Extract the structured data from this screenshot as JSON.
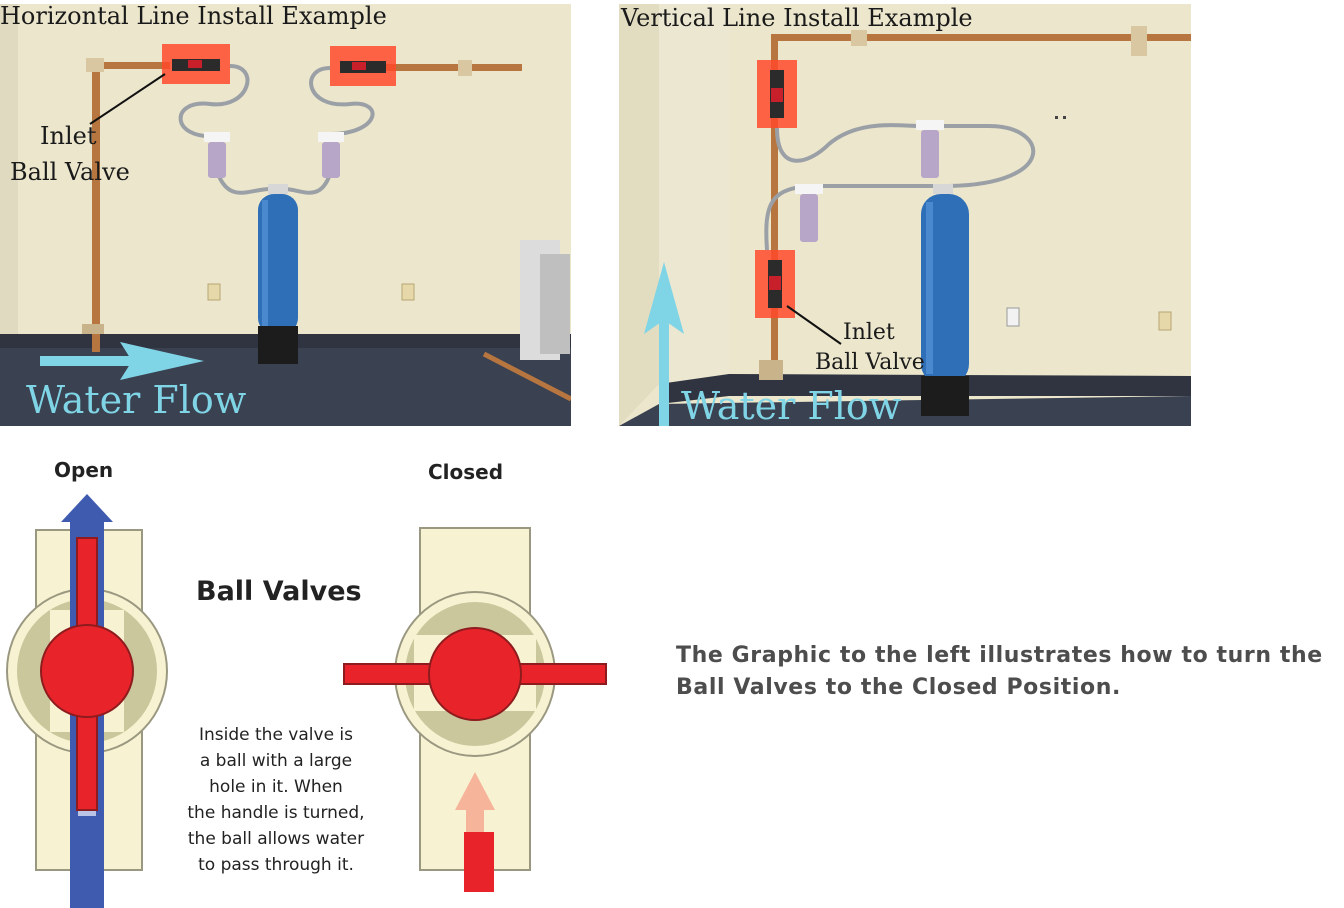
{
  "horizontal_photo": {
    "title": "Horizontal Line Install Example",
    "inlet_label_line1": "Inlet",
    "inlet_label_line2": "Ball Valve",
    "flow_label": "Water Flow"
  },
  "vertical_photo": {
    "title": "Vertical Line Install Example",
    "inlet_label_line1": "Inlet",
    "inlet_label_line2": "Ball Valve",
    "flow_label": "Water Flow"
  },
  "diagram": {
    "open_label": "Open",
    "closed_label": "Closed",
    "title": "Ball Valves",
    "description": [
      "Inside the valve is",
      "a ball with a large",
      "hole in it.  When",
      "the handle is turned,",
      "the ball allows water",
      "to pass through it."
    ]
  },
  "note": {
    "line1": "The Graphic to the left illustrates how to turn the",
    "line2": "Ball Valves to the Closed Position."
  },
  "colors": {
    "wall": "#e9e4c9",
    "floor": "#3a4150",
    "tank": "#2e6fb8",
    "highlight": "#ff4a2a",
    "flow": "#7fd4e6",
    "valve_body": "#f7f3d2",
    "valve_ring": "#c9c79b",
    "valve_red": "#e8242a",
    "arrow_blue": "#3f5bb0",
    "arrow_light": "#f6b49a"
  }
}
